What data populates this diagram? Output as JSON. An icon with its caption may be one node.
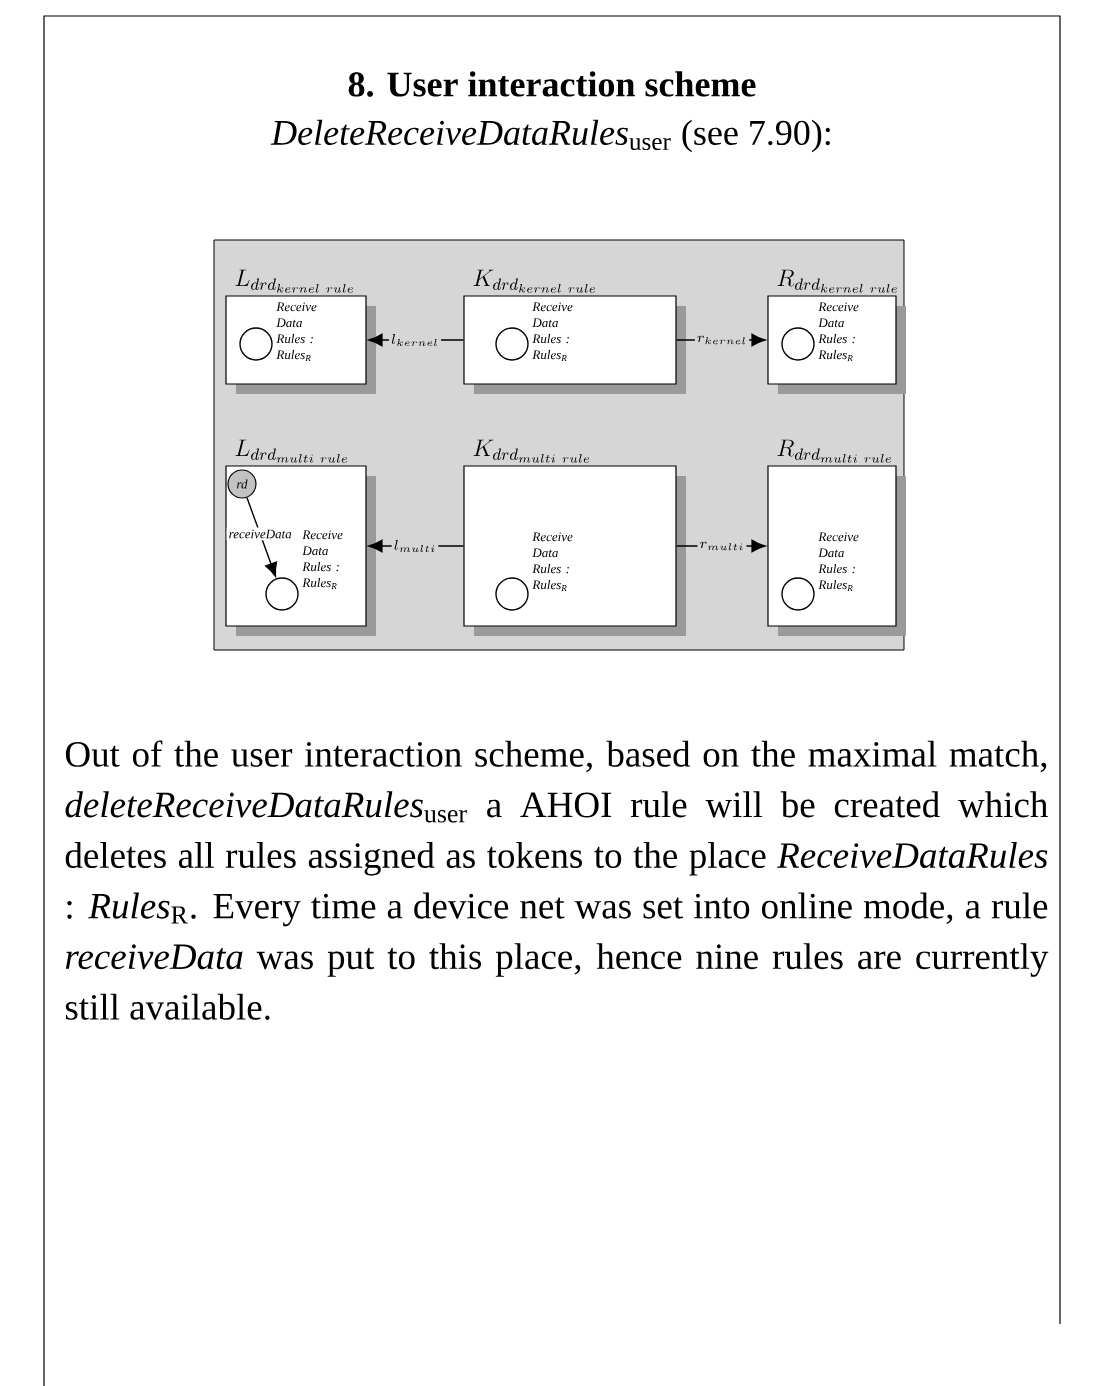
{
  "diagram": {
    "title": "8. User interaction scheme",
    "nodes": [
      {
        "text": [
          "L_{drd_{kernel~rule}}"
        ]
      },
      {
        "text": [],
        "shape": "circle",
        "in": 0,
        "beside": [
          "Receive Data Rules : Rules$_{R}$"
        ]
      },
      {
        "text": [
          "K_{drd_{kernel~rule}}"
        ]
      },
      {
        "text": [],
        "shape": "circle",
        "in": 2,
        "beside": [
          "Receive Data Rules : Rules$_{R}$"
        ]
      },
      {
        "text": [
          "R_{drd_{kernel~rule}}"
        ]
      },
      {
        "text": [],
        "shape": "circle",
        "in": 4,
        "beside": [
          "Receive Data Rules : Rules$_{R}$"
        ]
      },
      {
        "text": [
          "L_{drd_{multi~rule}}"
        ]
      },
      {
        "text": [
          "rd"
        ],
        "in": 6
      },
      {
        "text": [],
        "shape": "circle",
        "in": 6,
        "beside": [
          "Receive Data Rules : Rules$_{R}$"
        ]
      },
      {
        "text": [
          "K_{drd_{multi~rule}}"
        ]
      },
      {
        "text": [],
        "shape": "circle",
        "in": 9,
        "beside": [
          "Receive Data Rules : Rules$_{R}$"
        ]
      },
      {
        "text": [
          "R_{drd_{multi~rule}}"
        ]
      },
      {
        "text": [],
        "shape": "circle",
        "in": 11,
        "beside": [
          "Receive Data Rules : Rules$_{R}$"
        ]
      }
    ],
    "edges": [
      {
        "from": 2,
        "to": 0,
        "arrow": "to",
        "label": "l_{kernel}"
      },
      {
        "from": 2,
        "to": 4,
        "arrow": "to",
        "label": "r_{kernel}"
      },
      {
        "from": 9,
        "to": 6,
        "arrow": "to",
        "label": "l_{multi}"
      },
      {
        "from": 9,
        "to": 11,
        "arrow": "to",
        "label": "r_{multi}"
      },
      {
        "from": 7,
        "to": 8,
        "arrow": "to",
        "label": "receiveData"
      }
    ],
    "labels": [
      "*DeleteReceiveDataRules*$_{user}$ (see 7.90):",
      "Out of the user interaction scheme, based on the maximal match, *deleteReceiveDataRules*$_{user}$ a AHOI rule will be created which deletes all rules assigned as tokens to the place *ReceiveDataRules* : *Rules*$_{R}$. Every time a device net was set into online mode, a rule *receiveData* was put to this place, hence nine rules are currently still available."
    ]
  }
}
